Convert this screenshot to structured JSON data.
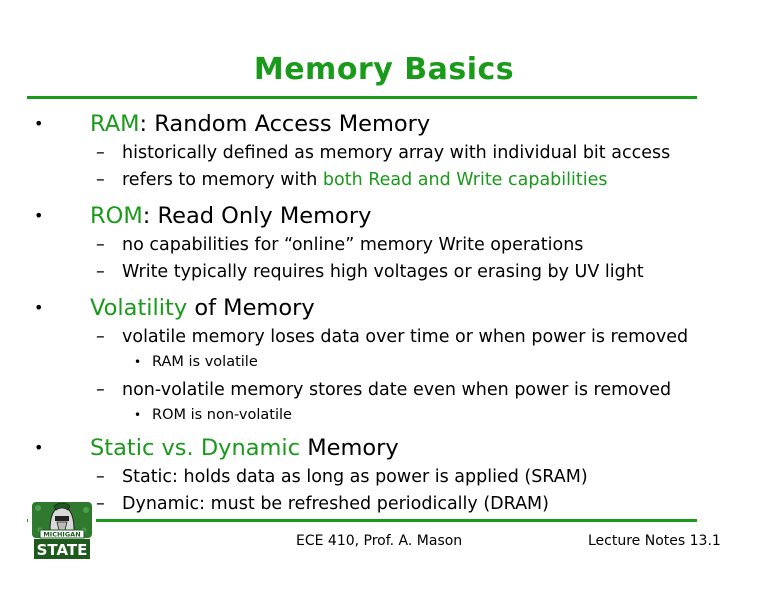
{
  "title": "Memory Basics",
  "bullets": {
    "ram": {
      "term": "RAM",
      "rest": ": Random Access Memory",
      "subs": [
        "historically defined as memory array with individual bit access",
        "refers to memory with "
      ],
      "sub2_highlight": "both Read and Write capabilities"
    },
    "rom": {
      "term": "ROM",
      "rest": ": Read Only Memory",
      "subs": [
        "no capabilities for “online” memory Write operations",
        "Write typically requires high voltages or erasing by UV light"
      ]
    },
    "volatility": {
      "term": "Volatility",
      "rest": " of Memory",
      "sub1": "volatile memory loses data over time or when power is removed",
      "sub1_point": "RAM is volatile",
      "sub2": "non-volatile memory stores date even when power is removed",
      "sub2_point": "ROM is non-volatile"
    },
    "static": {
      "term": "Static vs. Dynamic",
      "rest": " Memory",
      "subs": [
        "Static: holds data as long as power is applied (SRAM)",
        "Dynamic: must be refreshed periodically (DRAM)"
      ]
    }
  },
  "footer": {
    "course": "ECE 410, Prof. A. Mason",
    "lecture": "Lecture Notes 13.1"
  },
  "logo": {
    "text_top": "MICHIGAN",
    "text_bottom": "STATE"
  },
  "colors": {
    "accent": "#1a9a1a"
  }
}
